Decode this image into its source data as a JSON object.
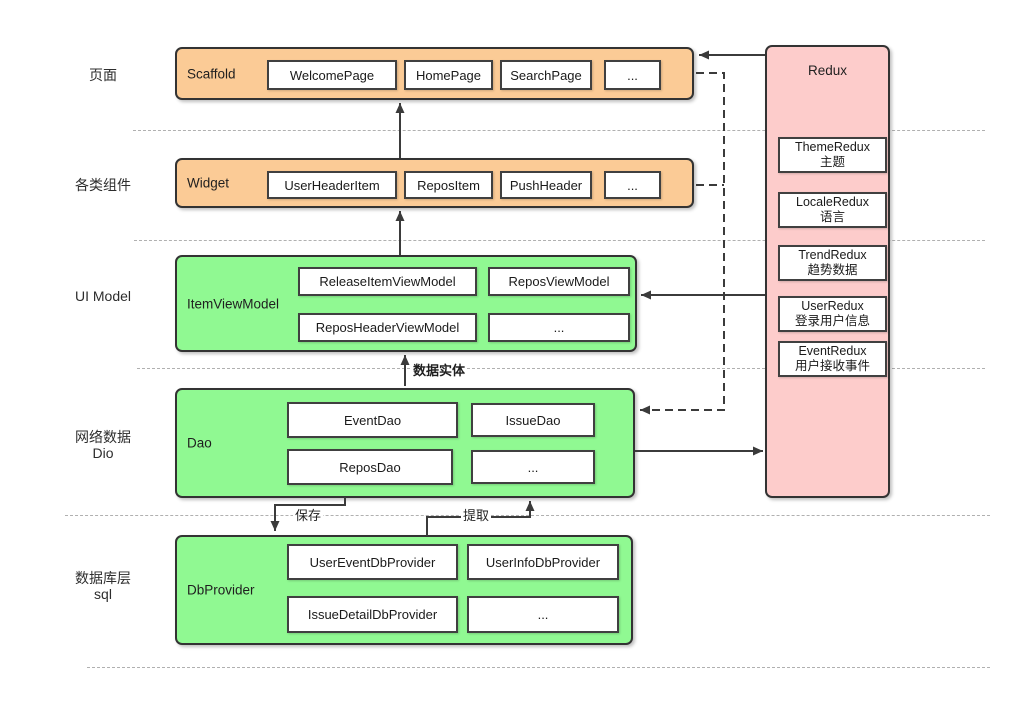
{
  "colors": {
    "layer_orange": "#fbcb96",
    "layer_green": "#90f992",
    "redux_pink": "#fdcccb",
    "box_border": "#333333",
    "arrow": "#3b3b3b",
    "separator": "#b0b0b0"
  },
  "row_labels": [
    {
      "text": "页面"
    },
    {
      "text": "各类组件"
    },
    {
      "text": "UI Model"
    },
    {
      "text": "网络数据\nDio"
    },
    {
      "text": "数据库层\nsql"
    }
  ],
  "layers": [
    {
      "title": "Scaffold",
      "items": [
        "WelcomePage",
        "HomePage",
        "SearchPage",
        "..."
      ]
    },
    {
      "title": "Widget",
      "items": [
        "UserHeaderItem",
        "ReposItem",
        "PushHeader",
        "..."
      ]
    },
    {
      "title": "ItemViewModel",
      "items": [
        "ReleaseItemViewModel",
        "ReposViewModel",
        "ReposHeaderViewModel",
        "..."
      ]
    },
    {
      "title": "Dao",
      "items": [
        "EventDao",
        "IssueDao",
        "ReposDao",
        "..."
      ]
    },
    {
      "title": "DbProvider",
      "items": [
        "UserEventDbProvider",
        "UserInfoDbProvider",
        "IssueDetailDbProvider",
        "..."
      ]
    }
  ],
  "redux": {
    "title": "Redux",
    "items": [
      {
        "name": "ThemeRedux",
        "desc": "主题"
      },
      {
        "name": "LocaleRedux",
        "desc": "语言"
      },
      {
        "name": "TrendRedux",
        "desc": "趋势数据"
      },
      {
        "name": "UserRedux",
        "desc": "登录用户信息"
      },
      {
        "name": "EventRedux",
        "desc": "用户接收事件"
      }
    ]
  },
  "edge_labels": {
    "data_entity": "数据实体",
    "save": "保存",
    "fetch": "提取"
  }
}
